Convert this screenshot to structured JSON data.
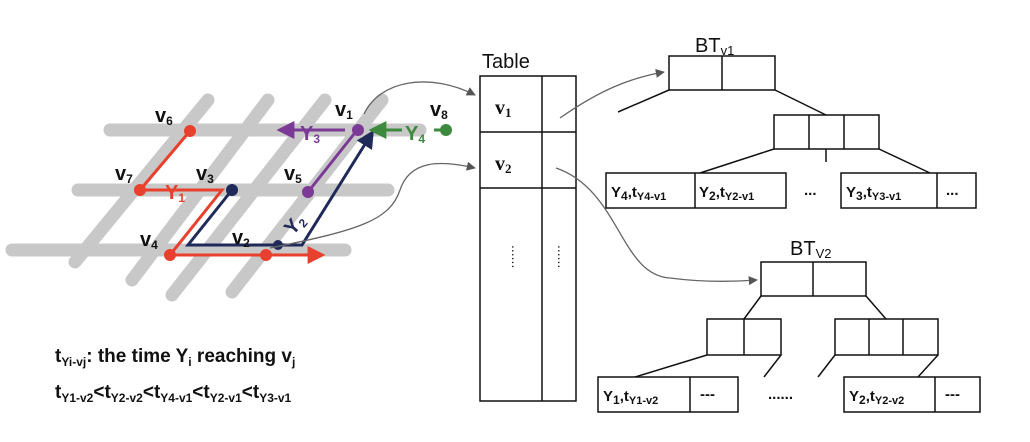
{
  "graph": {
    "nodes": {
      "v1": {
        "main": "v",
        "sub": "1"
      },
      "v2": {
        "main": "v",
        "sub": "2"
      },
      "v3": {
        "main": "v",
        "sub": "3"
      },
      "v4": {
        "main": "v",
        "sub": "4"
      },
      "v5": {
        "main": "v",
        "sub": "5"
      },
      "v6": {
        "main": "v",
        "sub": "6"
      },
      "v7": {
        "main": "v",
        "sub": "7"
      },
      "v8": {
        "main": "v",
        "sub": "8"
      }
    },
    "objects": {
      "y1": {
        "main": "Y",
        "sub": "1",
        "color": "#e8402d"
      },
      "y2": {
        "main": "Y",
        "sub": "2",
        "color": "#1f2a5a"
      },
      "y3": {
        "main": "Y",
        "sub": "3",
        "color": "#7b3a96"
      },
      "y4": {
        "main": "Y",
        "sub": "4",
        "color": "#3d8a3e"
      }
    },
    "road_color": "#c8c8c8"
  },
  "table": {
    "title": "Table",
    "rows": [
      {
        "main": "v",
        "sub": "1"
      },
      {
        "main": "v",
        "sub": "2"
      }
    ],
    "dots": "......"
  },
  "trees": {
    "bt_v1": {
      "title_main": "BT",
      "title_sub": "v1",
      "leaf_a": {
        "pre": "Y",
        "pre_sub": "4",
        "mid": ",t",
        "sub": "Y4-v1"
      },
      "leaf_b": {
        "pre": "Y",
        "pre_sub": "2",
        "mid": ",t",
        "sub": "Y2-v1"
      },
      "leaf_c": {
        "pre": "Y",
        "pre_sub": "3",
        "mid": ",t",
        "sub": "Y3-v1"
      },
      "more": "...",
      "gap_dots": "..."
    },
    "bt_v2": {
      "title_main": "BT",
      "title_sub": "V2",
      "leaf_a": {
        "pre": "Y",
        "pre_sub": "1",
        "mid": ",t",
        "sub": "Y1-v2"
      },
      "leaf_b": {
        "pre": "Y",
        "pre_sub": "2",
        "mid": ",t",
        "sub": "Y2-v2"
      },
      "more": "---",
      "gap_dots": "......"
    }
  },
  "notes": {
    "line1": {
      "t": "t",
      "t_sub": "Yi-vj",
      "rest": ": the time Y",
      "y_sub": "i",
      "rest2": " reaching v",
      "v_sub": "j"
    },
    "line2": [
      {
        "t": "t",
        "sub": "Y1-v2"
      },
      {
        "t": "t",
        "sub": "Y2-v2"
      },
      {
        "t": "t",
        "sub": "Y4-v1"
      },
      {
        "t": "t",
        "sub": "Y2-v1"
      },
      {
        "t": "t",
        "sub": "Y3-v1"
      }
    ],
    "separator": "<"
  }
}
